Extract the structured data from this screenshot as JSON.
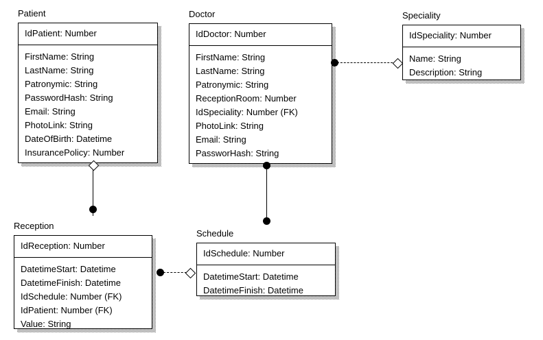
{
  "diagram": {
    "type": "uml-class-diagram",
    "title": "",
    "background_color": "#ffffff",
    "line_color": "#000000",
    "text_color": "#000000"
  },
  "classes": [
    {
      "name": "Patient",
      "id_attribute": "IdPatient: Number",
      "attributes": [
        "FirstName: String",
        "LastName: String",
        "Patronymic: String",
        "PasswordHash: String",
        "Email: String",
        "PhotoLink: String",
        "DateOfBirth: Datetime",
        "InsurancePolicy: Number"
      ]
    },
    {
      "name": "Doctor",
      "id_attribute": "IdDoctor: Number",
      "attributes": [
        "FirstName: String",
        "LastName: String",
        "Patronymic: String",
        "ReceptionRoom: Number",
        "IdSpeciality: Number (FK)",
        "PhotoLink: String",
        "Email: String",
        "PassworHash: String"
      ]
    },
    {
      "name": "Speciality",
      "id_attribute": "IdSpeciality: Number",
      "attributes": [
        "Name: String",
        "Description: String"
      ]
    },
    {
      "name": "Reception",
      "id_attribute": "IdReception: Number",
      "attributes": [
        "DatetimeStart: Datetime",
        "DatetimeFinish: Datetime",
        "IdSchedule: Number (FK)",
        "IdPatient: Number (FK)",
        "Value: String"
      ]
    },
    {
      "name": "Schedule",
      "id_attribute": "IdSchedule: Number",
      "attributes": [
        "DatetimeStart: Datetime",
        "DatetimeFinish: Datetime"
      ]
    }
  ],
  "relationships": [
    {
      "from": "Doctor",
      "to": "Speciality",
      "style": "dashed",
      "from_marker": "filled-circle",
      "to_marker": "open-diamond"
    },
    {
      "from": "Patient",
      "to": "Reception",
      "style": "solid",
      "from_marker": "open-diamond",
      "to_marker": "filled-circle"
    },
    {
      "from": "Doctor",
      "to": "Schedule",
      "style": "solid",
      "from_marker": "filled-circle",
      "to_marker": "filled-circle"
    },
    {
      "from": "Reception",
      "to": "Schedule",
      "style": "dashed",
      "from_marker": "filled-circle",
      "to_marker": "open-diamond"
    }
  ]
}
